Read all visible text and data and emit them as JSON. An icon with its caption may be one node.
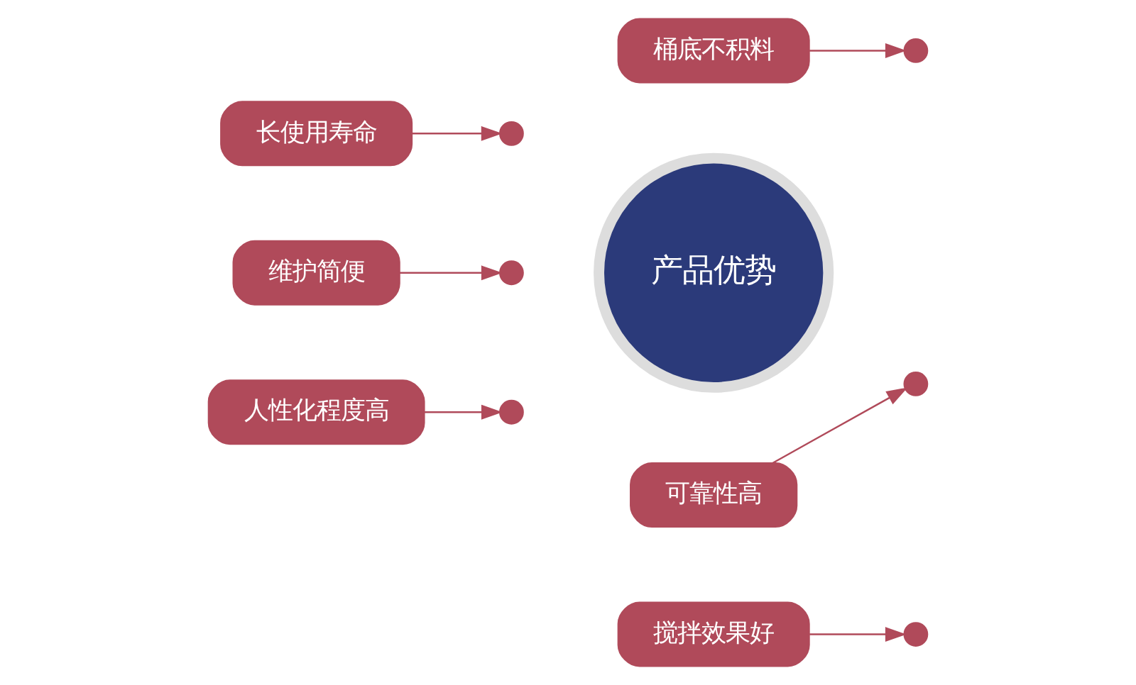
{
  "diagram": {
    "nodes": [
      {
        "text": [
          "人性化程度高"
        ]
      },
      {
        "text": [
          "搅拌效果好"
        ]
      },
      {
        "text": [],
        "shape": "circle"
      },
      {
        "text": [],
        "shape": "circle"
      },
      {
        "text": [
          "维护简便"
        ]
      },
      {
        "text": [],
        "shape": "circle"
      },
      {
        "text": [
          "产品优势"
        ]
      },
      {
        "text": [],
        "shape": "circle"
      },
      {
        "text": [
          "可靠性高"
        ]
      },
      {
        "text": [
          "长使用寿命"
        ]
      },
      {
        "text": [],
        "shape": "circle"
      },
      {
        "text": [],
        "shape": "circle"
      },
      {
        "text": [
          "桶底不积料"
        ]
      }
    ],
    "edges": [
      {
        "from": 0,
        "to": 2,
        "arrow": "to"
      },
      {
        "from": 1,
        "to": 3,
        "arrow": "to"
      },
      {
        "from": 4,
        "to": 5,
        "arrow": "to"
      },
      {
        "from": 8,
        "to": 7,
        "arrow": "to"
      },
      {
        "from": 9,
        "to": 10,
        "arrow": "to"
      },
      {
        "from": 12,
        "to": 11,
        "arrow": "to"
      }
    ]
  }
}
